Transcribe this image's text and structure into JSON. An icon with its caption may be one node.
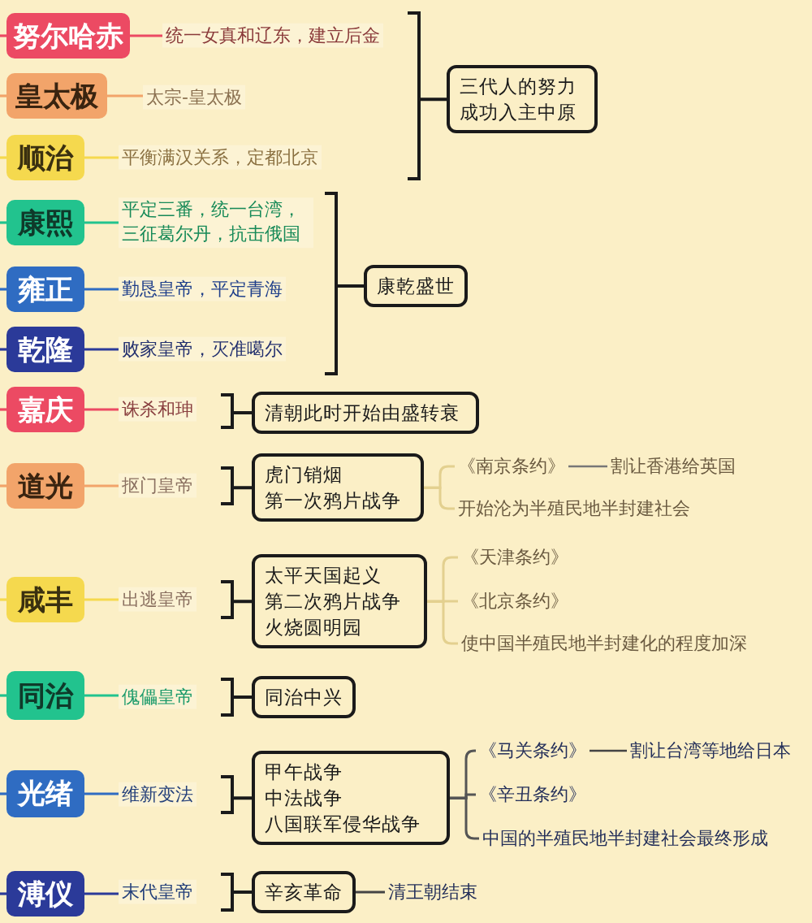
{
  "diagram": {
    "nodes": [
      {
        "text": [
          "努尔哈赤"
        ]
      },
      {
        "text": [
          "统一女真和辽东，建立后金"
        ]
      },
      {
        "text": [
          "皇太极"
        ]
      },
      {
        "text": [
          "太宗-皇太极"
        ]
      },
      {
        "text": [
          "顺治"
        ]
      },
      {
        "text": [
          "平衡满汉关系，定都北京"
        ]
      },
      {
        "text": [
          "三代人的努力成功入主中原"
        ]
      },
      {
        "text": [
          "康熙"
        ]
      },
      {
        "text": [
          "平定三番，统一台湾，三征葛尔丹，抗击俄国"
        ]
      },
      {
        "text": [
          "雍正"
        ]
      },
      {
        "text": [
          "勤恳皇帝，平定青海"
        ]
      },
      {
        "text": [
          "乾隆"
        ]
      },
      {
        "text": [
          "败家皇帝，灭准噶尔"
        ]
      },
      {
        "text": [
          "康乾盛世"
        ]
      },
      {
        "text": [
          "嘉庆"
        ]
      },
      {
        "text": [
          "诛杀和珅"
        ]
      },
      {
        "text": [
          "清朝此时开始由盛转衰"
        ]
      },
      {
        "text": [
          "道光"
        ]
      },
      {
        "text": [
          "抠门皇帝"
        ]
      },
      {
        "text": [
          "虎门销烟",
          "第一次鸦片战争"
        ]
      },
      {
        "text": [
          "《南京条约》"
        ]
      },
      {
        "text": [
          "割让香港给英国"
        ]
      },
      {
        "text": [
          "开始沦为半殖民地半封建社会"
        ]
      },
      {
        "text": [
          "咸丰"
        ]
      },
      {
        "text": [
          "出逃皇帝"
        ]
      },
      {
        "text": [
          "太平天国起义",
          "第二次鸦片战争",
          "火烧圆明园"
        ]
      },
      {
        "text": [
          "《天津条约》"
        ]
      },
      {
        "text": [
          "《北京条约》"
        ]
      },
      {
        "text": [
          "使中国半殖民地半封建化的程度加深"
        ]
      },
      {
        "text": [
          "同治"
        ]
      },
      {
        "text": [
          "傀儡皇帝"
        ]
      },
      {
        "text": [
          "同治中兴"
        ]
      },
      {
        "text": [
          "光绪"
        ]
      },
      {
        "text": [
          "维新变法"
        ]
      },
      {
        "text": [
          "甲午战争",
          "中法战争",
          "八国联军侵华战争"
        ]
      },
      {
        "text": [
          "《马关条约》"
        ]
      },
      {
        "text": [
          "割让台湾等地给日本"
        ]
      },
      {
        "text": [
          "《辛丑条约》"
        ]
      },
      {
        "text": [
          "中国的半殖民地半封建社会最终形成"
        ]
      },
      {
        "text": [
          "溥仪"
        ]
      },
      {
        "text": [
          "末代皇帝"
        ]
      },
      {
        "text": [
          "辛亥革命"
        ]
      },
      {
        "text": [
          "清王朝结束"
        ]
      }
    ],
    "edges": [
      {
        "from": null,
        "to": 0,
        "arrow": "none",
        "color": "#ec4a63"
      },
      {
        "from": 0,
        "to": 1,
        "arrow": "none",
        "color": "#ec4a63"
      },
      {
        "from": null,
        "to": 2,
        "arrow": "none",
        "color": "#f2a46a"
      },
      {
        "from": 2,
        "to": 3,
        "arrow": "none",
        "color": "#f2a46a"
      },
      {
        "from": null,
        "to": 4,
        "arrow": "none",
        "color": "#f5d94e"
      },
      {
        "from": 4,
        "to": 5,
        "arrow": "none",
        "color": "#f5d94e"
      },
      {
        "from": null,
        "to": 7,
        "arrow": "none",
        "color": "#22c38e"
      },
      {
        "from": 7,
        "to": 8,
        "arrow": "none",
        "color": "#22c38e"
      },
      {
        "from": null,
        "to": 9,
        "arrow": "none",
        "color": "#2f6cc2"
      },
      {
        "from": 9,
        "to": 10,
        "arrow": "none",
        "color": "#2f6cc2"
      },
      {
        "from": null,
        "to": 11,
        "arrow": "none",
        "color": "#2b3a99"
      },
      {
        "from": 11,
        "to": 12,
        "arrow": "none",
        "color": "#2b3a99"
      },
      {
        "from": null,
        "to": 14,
        "arrow": "none",
        "color": "#ec4a63"
      },
      {
        "from": 14,
        "to": 15,
        "arrow": "none",
        "color": "#ec4a63"
      },
      {
        "from": null,
        "to": 17,
        "arrow": "none",
        "color": "#f2a46a"
      },
      {
        "from": 17,
        "to": 18,
        "arrow": "none",
        "color": "#f2a46a"
      },
      {
        "from": 19,
        "to": 20,
        "arrow": "none",
        "color": "#e3d08f"
      },
      {
        "from": 20,
        "to": 21,
        "arrow": "none",
        "color": "#777777"
      },
      {
        "from": 19,
        "to": 22,
        "arrow": "none",
        "color": "#e3d08f"
      },
      {
        "from": null,
        "to": 23,
        "arrow": "none",
        "color": "#f5d94e"
      },
      {
        "from": 23,
        "to": 24,
        "arrow": "none",
        "color": "#f5d94e"
      },
      {
        "from": 25,
        "to": 26,
        "arrow": "none",
        "color": "#e3d08f"
      },
      {
        "from": 25,
        "to": 27,
        "arrow": "none",
        "color": "#e3d08f"
      },
      {
        "from": 25,
        "to": 28,
        "arrow": "none",
        "color": "#e3d08f"
      },
      {
        "from": null,
        "to": 29,
        "arrow": "none",
        "color": "#22c38e"
      },
      {
        "from": 29,
        "to": 30,
        "arrow": "none",
        "color": "#22c38e"
      },
      {
        "from": null,
        "to": 32,
        "arrow": "none",
        "color": "#2f6cc2"
      },
      {
        "from": 32,
        "to": 33,
        "arrow": "none",
        "color": "#2f6cc2"
      },
      {
        "from": 34,
        "to": 35,
        "arrow": "none",
        "color": "#555555"
      },
      {
        "from": 35,
        "to": 36,
        "arrow": "none",
        "color": "#444444"
      },
      {
        "from": 34,
        "to": 37,
        "arrow": "none",
        "color": "#555555"
      },
      {
        "from": 34,
        "to": 38,
        "arrow": "none",
        "color": "#555555"
      },
      {
        "from": null,
        "to": 39,
        "arrow": "none",
        "color": "#2b3a99"
      },
      {
        "from": 39,
        "to": 40,
        "arrow": "none",
        "color": "#2b3a99"
      },
      {
        "from": 41,
        "to": 42,
        "arrow": "none",
        "color": "#444444"
      }
    ]
  }
}
